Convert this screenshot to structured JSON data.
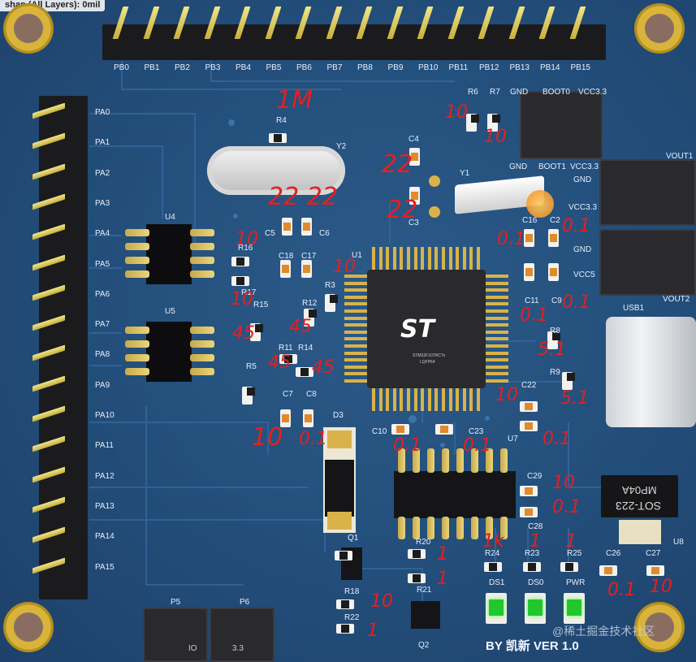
{
  "window": {
    "title_fragment": "shap (All Layers): 0mil"
  },
  "header_top": {
    "labels": [
      "PB0",
      "PB1",
      "PB2",
      "PB3",
      "PB4",
      "PB5",
      "PB6",
      "PB7",
      "PB8",
      "PB9",
      "PB10",
      "PB11",
      "PB12",
      "PB13",
      "PB14",
      "PB15"
    ]
  },
  "header_left": {
    "labels": [
      "PA0",
      "PA1",
      "PA2",
      "PA3",
      "PA4",
      "PA5",
      "PA6",
      "PA7",
      "PA8",
      "PA9",
      "PA10",
      "PA11",
      "PA12",
      "PA13",
      "PA14",
      "PA15"
    ]
  },
  "components": {
    "R4": "R4",
    "Y2": "Y2",
    "C4": "C4",
    "Y1": "Y1",
    "C3": "C3",
    "R6": "R6",
    "R7": "R7",
    "C5": "C5",
    "C6": "C6",
    "C16": "C16",
    "C2": "C2",
    "R16": "R16",
    "C18": "C18",
    "C17": "C17",
    "U1": "U1",
    "R17": "R17",
    "R3": "R3",
    "C11": "C11",
    "C9": "C9",
    "R15": "R15",
    "R12": "R12",
    "R8": "R8",
    "R11": "R11",
    "R14": "R14",
    "R9": "R9",
    "R5": "R5",
    "C22": "C22",
    "C7": "C7",
    "C8": "C8",
    "D3": "D3",
    "C10": "C10",
    "C23": "C23",
    "U7": "U7",
    "C29": "C29",
    "C28": "C28",
    "Q1": "Q1",
    "R20": "R20",
    "R24": "R24",
    "R23": "R23",
    "R25": "R25",
    "C26": "C26",
    "C27": "C27",
    "U8": "U8",
    "R18": "R18",
    "R21": "R21",
    "R22": "R22",
    "Q2": "Q2",
    "DS1": "DS1",
    "DS0": "DS0",
    "PWR": "PWR",
    "P5": "P5",
    "P6": "P6",
    "U4": "U4",
    "U5": "U5",
    "USB1": "USB1"
  },
  "jumper_labels": {
    "top_gnd": "GND",
    "top_boot0": "BOOT0",
    "top_vcc": "VCC3.3",
    "bot_gnd": "GND",
    "bot_boot1": "BOOT1",
    "bot_vcc": "VCC3.3",
    "vout1": "VOUT1",
    "gnd1": "GND",
    "vcc33": "VCC3.3",
    "gnd2": "GND",
    "vcc5": "VCC5",
    "vout2": "VOUT2"
  },
  "chips": {
    "mcu_line1": "STM32F107RCTx",
    "mcu_line2": "LQFP64",
    "regulator_top": "MP04A",
    "regulator_bottom": "SOT-223"
  },
  "footer": {
    "credit": "BY 凯新 VER 1.0",
    "watermark": "@稀土掘金技术社区",
    "p6_fragment": "3.3",
    "p5_fragment": "IO"
  },
  "annotations": {
    "r4": "1M",
    "r6": "10",
    "r7": "10",
    "c4": "22",
    "c3": "22",
    "c5c6": "22 22",
    "r16": "10",
    "r17": "10",
    "r3": "10",
    "c16": "0.1",
    "c2": "0.1",
    "c11": "0.1",
    "c9": "0.1",
    "r15": "45",
    "r12": "45",
    "r11": "45",
    "r14": "45",
    "r8": "5.1",
    "r9": "5.1",
    "c22": "10",
    "u7": "0.1",
    "c7": "10",
    "c8": "0.1",
    "c10": "0.1",
    "c23": "0.1",
    "c29": "10",
    "c28": "0.1",
    "r24": "1k",
    "r23": "1",
    "r25": "1",
    "r20": "1",
    "r21": "1",
    "r18": "10",
    "r22": "1",
    "c26": "0.1",
    "c27": "10"
  },
  "colors": {
    "board": "#24507d",
    "annotation": "#e32020",
    "silk": "#e6eefc",
    "gold": "#d9b43a"
  }
}
